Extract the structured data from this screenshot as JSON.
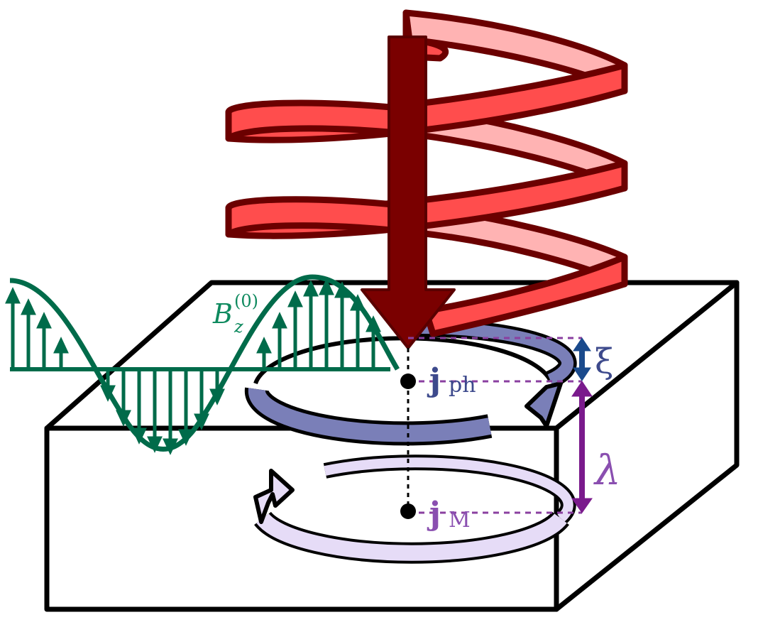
{
  "labels": {
    "b_field": "B",
    "b_field_sub": "z",
    "b_field_sup": "(0)",
    "j_ph": "j",
    "j_ph_sub": "ph",
    "j_m": "j",
    "j_m_sub": "M",
    "xi": "ξ",
    "lambda": "λ"
  },
  "colors": {
    "box_stroke": "#000000",
    "helix_fill": "#ff4d4d",
    "helix_back": "#ffb3b3",
    "helix_stroke": "#6b0000",
    "arrow_dark_red": "#7a0000",
    "field_green": "#006b4a",
    "j_ph_fill": "#7a7fb8",
    "j_m_fill": "#e6dcf7",
    "xi_blue": "#1a4a8c",
    "lambda_purple": "#7a1a8c",
    "dash_purple": "#8a3fa0"
  },
  "icons": {
    "helix": "circularly-polarized-light-helix",
    "propagation": "down-arrow-icon",
    "ring_ph": "circular-current-arrow-icon",
    "ring_m": "circular-current-arrow-icon"
  }
}
